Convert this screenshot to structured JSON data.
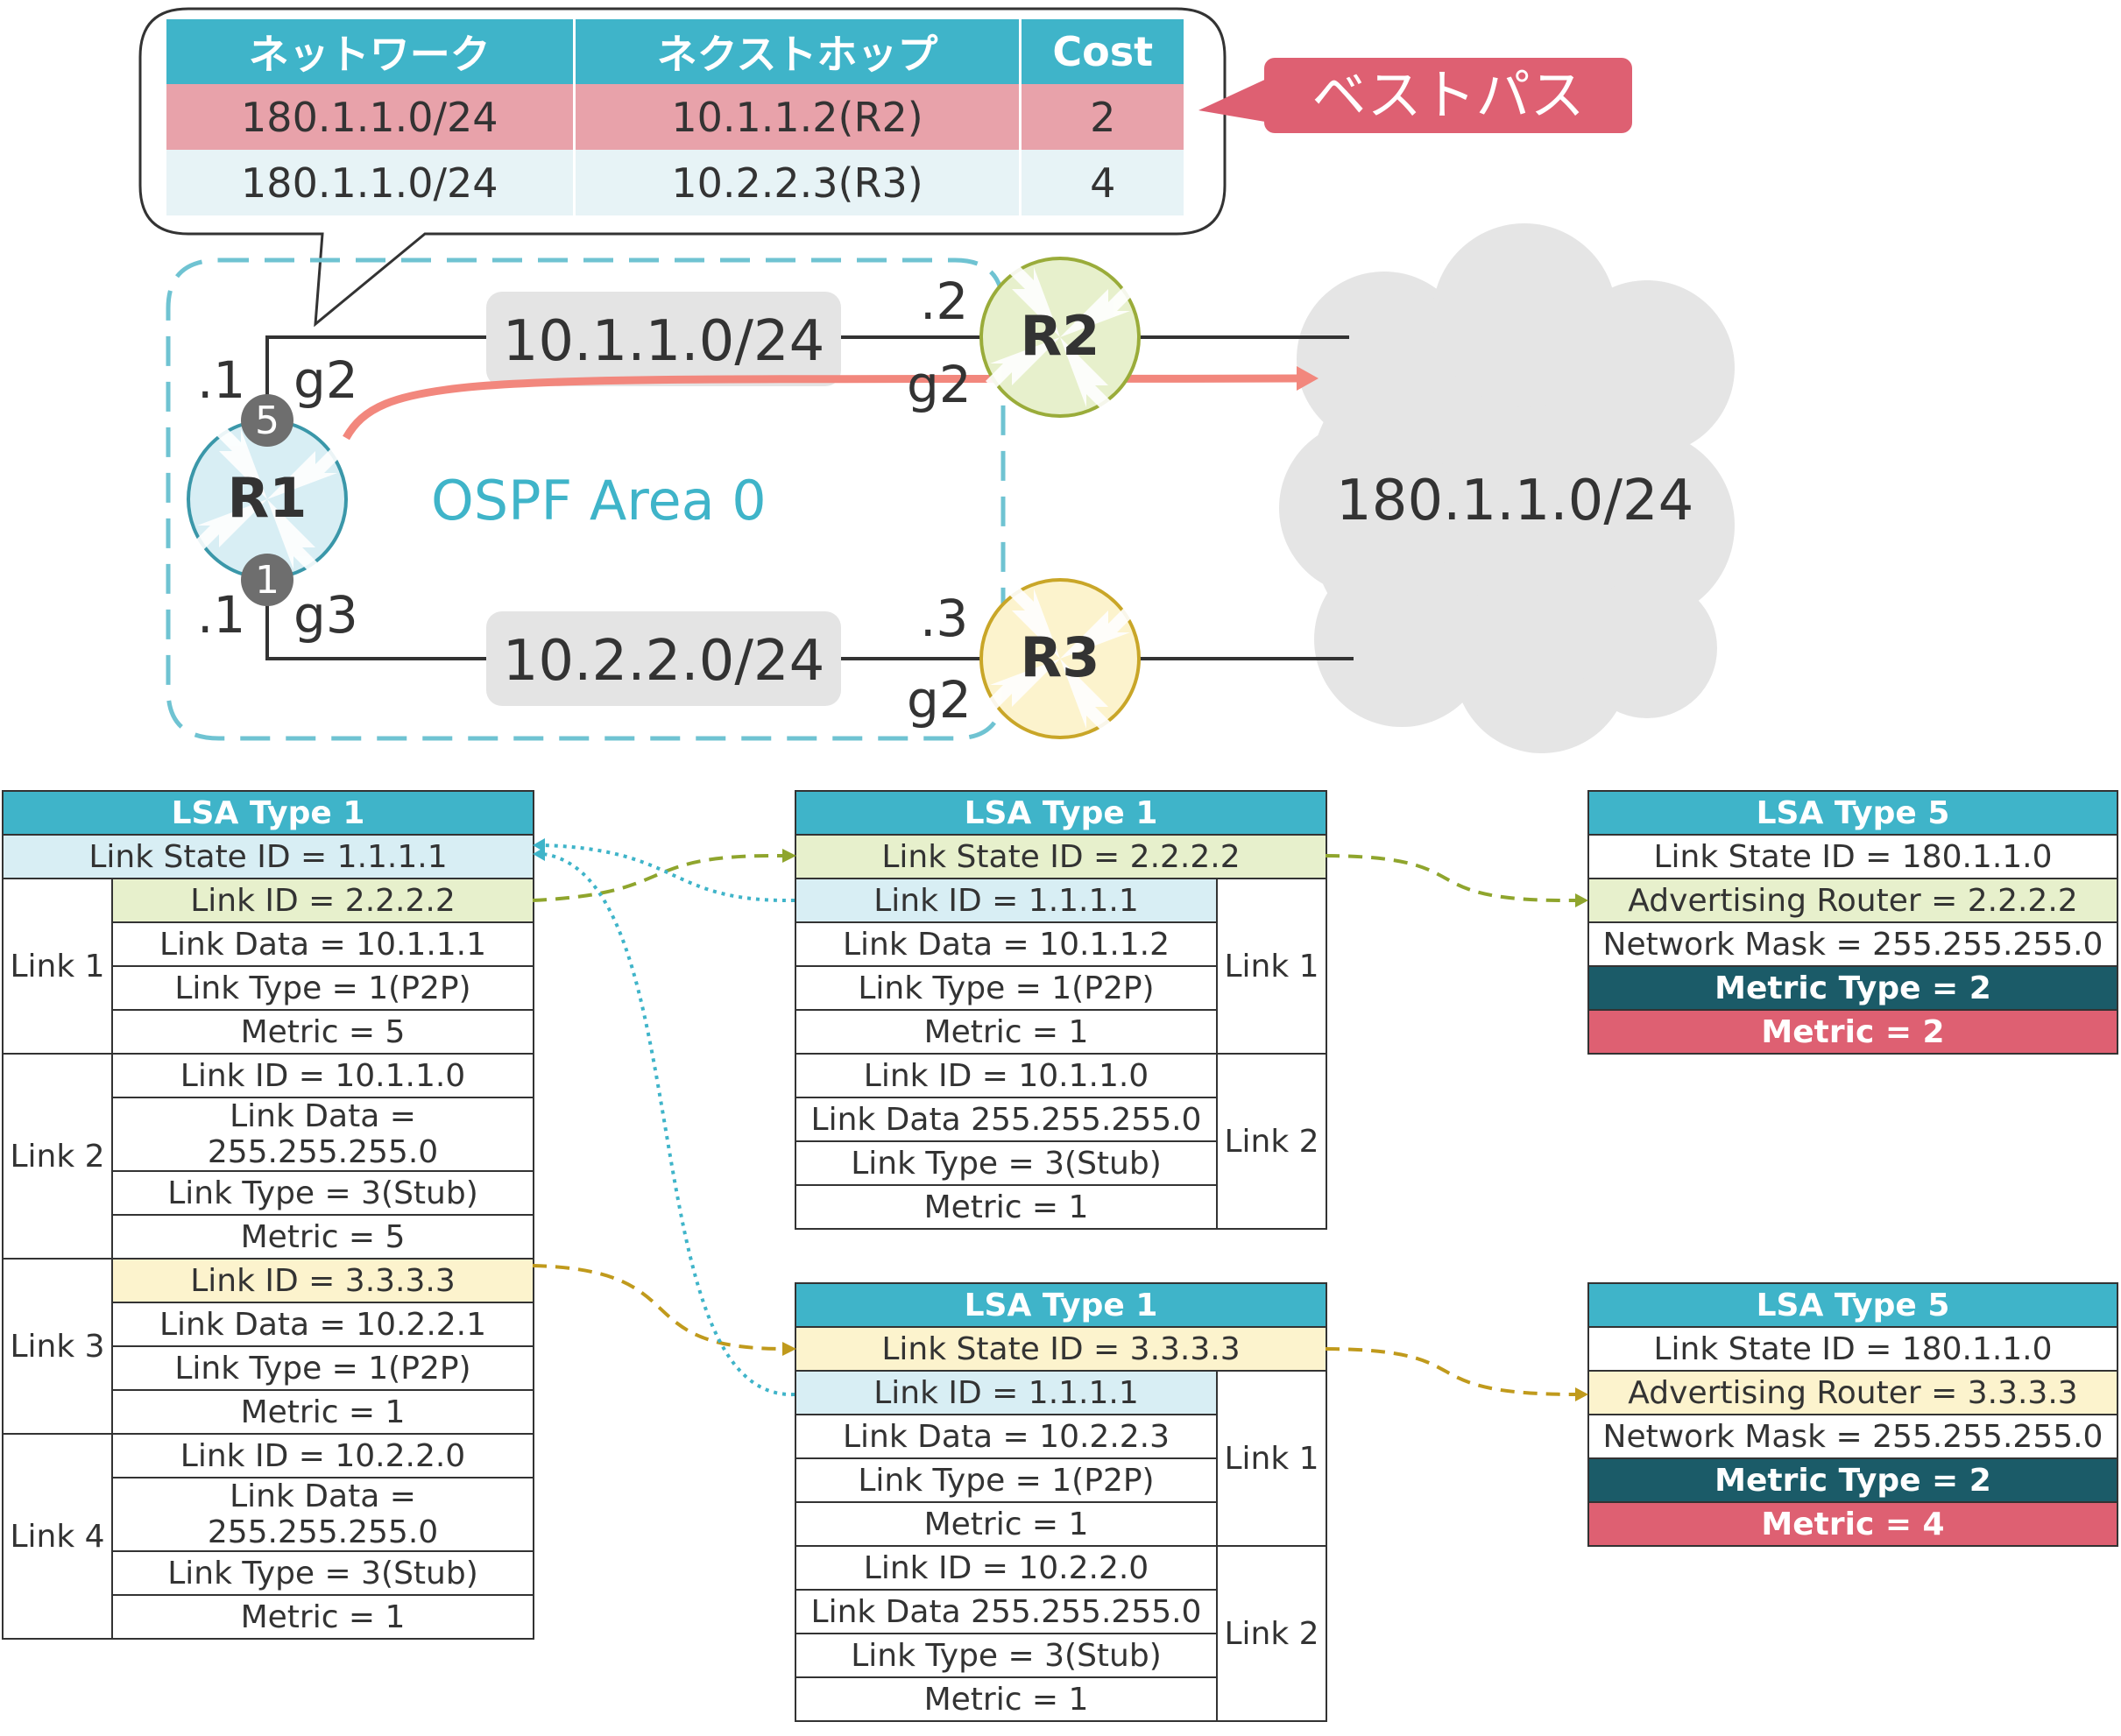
{
  "route_table": {
    "headers": [
      "ネットワーク",
      "ネクストホップ",
      "Cost"
    ],
    "rows": [
      {
        "network": "180.1.1.0/24",
        "next_hop": "10.1.1.2(R2)",
        "cost": "2"
      },
      {
        "network": "180.1.1.0/24",
        "next_hop": "10.2.2.3(R3)",
        "cost": "4"
      }
    ],
    "best_label": "ベストパス"
  },
  "topology": {
    "area_label": "OSPF Area 0",
    "routers": {
      "r1": "R1",
      "r2": "R2",
      "r3": "R3"
    },
    "net_top": "10.1.1.0/24",
    "net_bottom": "10.2.2.0/24",
    "cloud_net": "180.1.1.0/24",
    "r1_top_addr": ".1",
    "r1_top_if": "g2",
    "r1_top_cost": "5",
    "r1_bot_addr": ".1",
    "r1_bot_if": "g3",
    "r1_bot_cost": "1",
    "r2_addr": ".2",
    "r2_if": "g2",
    "r3_addr": ".3",
    "r3_if": "g2"
  },
  "callout": {
    "line1": "Metric",
    "line2": "Type"
  },
  "lsa_r1": {
    "title": "LSA Type 1",
    "lsid": "Link State ID = 1.1.1.1",
    "links": [
      {
        "label": "Link 1",
        "rows": [
          "Link ID = 2.2.2.2",
          "Link Data = 10.1.1.1",
          "Link Type = 1(P2P)",
          "Metric = 5"
        ]
      },
      {
        "label": "Link 2",
        "rows": [
          "Link ID = 10.1.1.0",
          "Link Data = 255.255.255.0",
          "Link Type = 3(Stub)",
          "Metric = 5"
        ]
      },
      {
        "label": "Link 3",
        "rows": [
          "Link ID = 3.3.3.3",
          "Link Data = 10.2.2.1",
          "Link Type = 1(P2P)",
          "Metric = 1"
        ]
      },
      {
        "label": "Link 4",
        "rows": [
          "Link ID = 10.2.2.0",
          "Link Data = 255.255.255.0",
          "Link Type = 3(Stub)",
          "Metric = 1"
        ]
      }
    ]
  },
  "lsa_r2": {
    "title": "LSA Type 1",
    "lsid": "Link State ID = 2.2.2.2",
    "links": [
      {
        "label": "Link 1",
        "rows": [
          "Link ID = 1.1.1.1",
          "Link Data = 10.1.1.2",
          "Link Type = 1(P2P)",
          "Metric = 1"
        ]
      },
      {
        "label": "Link 2",
        "rows": [
          "Link ID = 10.1.1.0",
          "Link Data 255.255.255.0",
          "Link Type = 3(Stub)",
          "Metric = 1"
        ]
      }
    ]
  },
  "lsa_r3": {
    "title": "LSA Type 1",
    "lsid": "Link State ID = 3.3.3.3",
    "links": [
      {
        "label": "Link 1",
        "rows": [
          "Link ID = 1.1.1.1",
          "Link Data = 10.2.2.3",
          "Link Type = 1(P2P)",
          "Metric = 1"
        ]
      },
      {
        "label": "Link 2",
        "rows": [
          "Link ID = 10.2.2.0",
          "Link Data 255.255.255.0",
          "Link Type = 3(Stub)",
          "Metric = 1"
        ]
      }
    ]
  },
  "lsa5_r2": {
    "title": "LSA Type 5",
    "rows": [
      "Link State ID = 180.1.1.0",
      "Advertising Router = 2.2.2.2",
      "Network Mask = 255.255.255.0",
      "Metric Type = 2",
      "Metric = 2"
    ]
  },
  "lsa5_r3": {
    "title": "LSA Type 5",
    "rows": [
      "Link State ID = 180.1.1.0",
      "Advertising Router = 3.3.3.3",
      "Network Mask = 255.255.255.0",
      "Metric Type = 2",
      "Metric = 4"
    ]
  },
  "colors": {
    "header": "#3fb4c9",
    "best": "#de6072",
    "teal": "#1b5b68",
    "r1": "#d8eef4",
    "r2": "#e7f0cc",
    "r3": "#fcf3cd"
  }
}
